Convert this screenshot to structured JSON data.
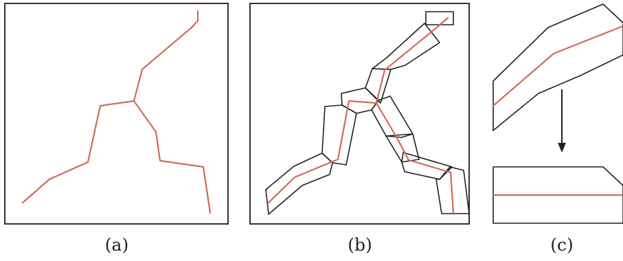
{
  "panels": [
    {
      "caption": "(a)"
    },
    {
      "caption": "(b)"
    },
    {
      "caption": "(c)"
    }
  ],
  "colors": {
    "centerline": "#d2695a",
    "outline": "#1f1f1f",
    "frame": "#3a2f2f"
  }
}
